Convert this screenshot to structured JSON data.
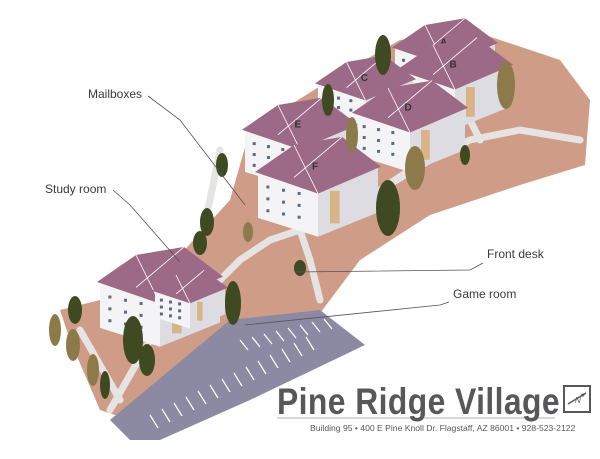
{
  "map": {
    "title": "Pine Ridge Village",
    "address": "Building 95 • 400 E Pine Knoll Dr. Flagstaff, AZ 86001  •  928-523-2122",
    "north_label": "N",
    "buildings": [
      "A",
      "B",
      "C",
      "D",
      "E",
      "F"
    ],
    "callouts": {
      "mailboxes": "Mailboxes",
      "study_room": "Study room",
      "front_desk": "Front desk",
      "game_room": "Game room"
    },
    "colors": {
      "ground": "#cf9c88",
      "path": "#e6e4e2",
      "parking": "#8c8aa3",
      "roof": "#9c6a86",
      "wall": "#f4f4f6",
      "trim": "#d9b489",
      "tree_dark": "#3f4a22",
      "tree_olive": "#8c7a4a",
      "text": "#58585a"
    }
  }
}
